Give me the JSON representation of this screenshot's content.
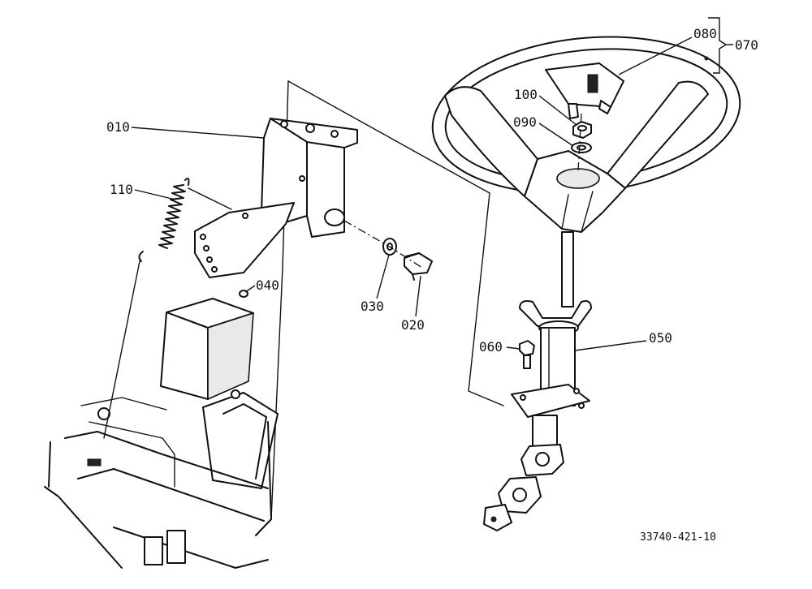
{
  "callouts": {
    "c010": "010",
    "c020": "020",
    "c030": "030",
    "c040": "040",
    "c050": "050",
    "c060": "060",
    "c070": "070",
    "c080": "080",
    "c090": "090",
    "c100": "100",
    "c110": "110"
  },
  "figure": {
    "drawing_number": "33740-421-10"
  }
}
